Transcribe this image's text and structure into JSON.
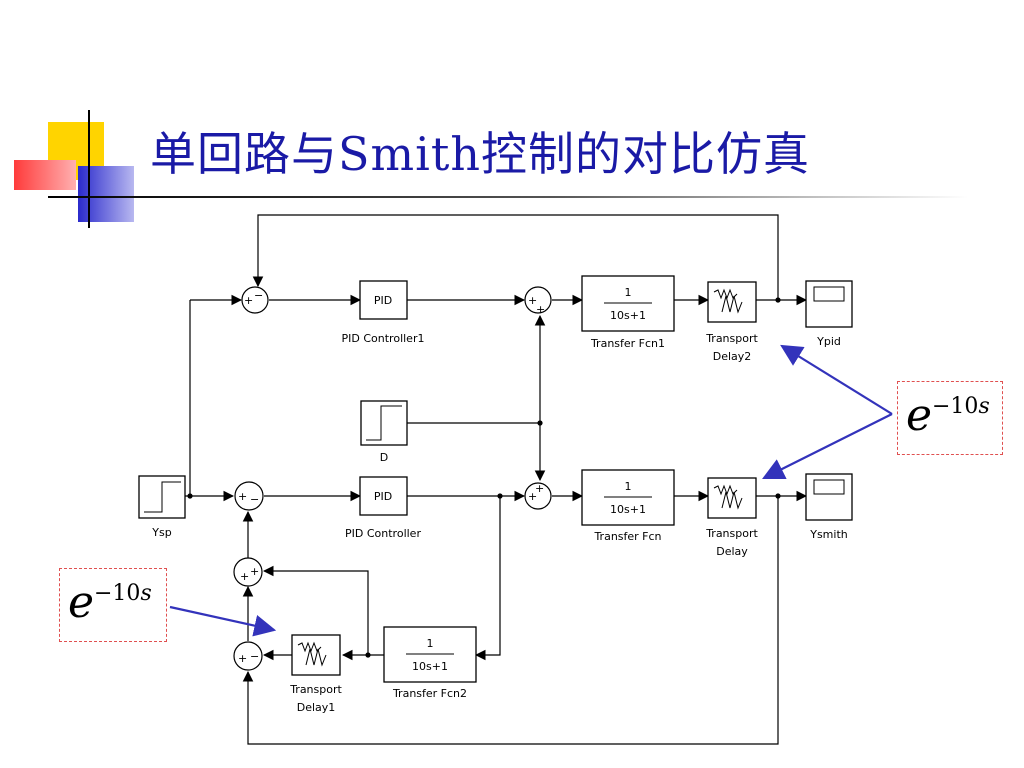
{
  "title": "单回路与Smith控制的对比仿真",
  "colors": {
    "title": "#1a1aa6",
    "arrow": "#3333bb",
    "annotation_border": "#e05050",
    "deco_yellow": "#ffd400",
    "deco_red": "#ff3b3b",
    "deco_blue": "#2a2acc"
  },
  "blocks": {
    "pid1": {
      "text": "PID",
      "label": "PID Controller1"
    },
    "pid": {
      "text": "PID",
      "label": "PID Controller"
    },
    "tf1": {
      "num": "1",
      "den": "10s+1",
      "label": "Transfer Fcn1"
    },
    "tf": {
      "num": "1",
      "den": "10s+1",
      "label": "Transfer Fcn"
    },
    "tf2": {
      "num": "1",
      "den": "10s+1",
      "label": "Transfer Fcn2"
    },
    "td2": {
      "label_line1": "Transport",
      "label_line2": "Delay2"
    },
    "td": {
      "label_line1": "Transport",
      "label_line2": "Delay"
    },
    "td1": {
      "label_line1": "Transport",
      "label_line2": "Delay1"
    },
    "ypid": {
      "label": "Ypid"
    },
    "ysmith": {
      "label": "Ysmith"
    },
    "ysp": {
      "label": "Ysp"
    },
    "d": {
      "label": "D"
    }
  },
  "signs": {
    "plus": "+",
    "minus": "−"
  },
  "annotations": {
    "delay_base": "e",
    "delay_exp_sign": "−10",
    "delay_exp_var": "s"
  }
}
